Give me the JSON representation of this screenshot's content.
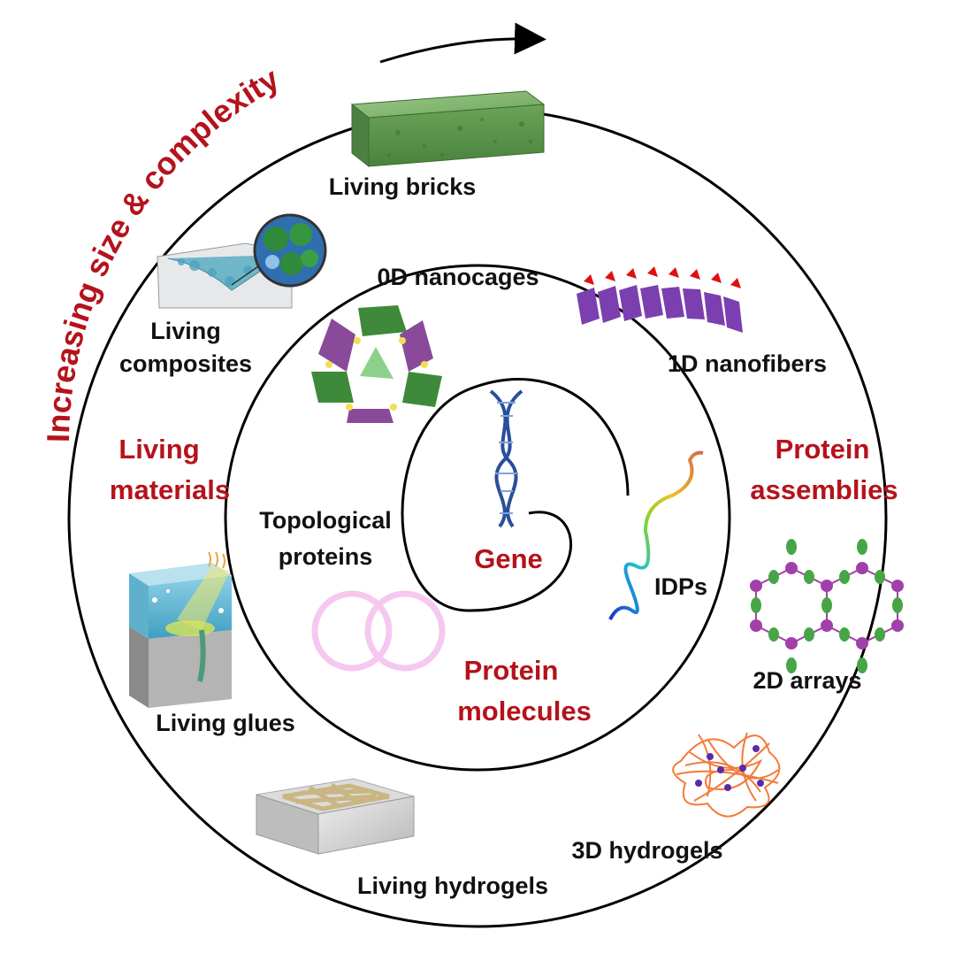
{
  "title_arc": "Increasing size & complexity",
  "center": {
    "label": "Gene"
  },
  "protein_molecules": {
    "category_line1": "Protein",
    "category_line2": "molecules",
    "topological_line1": "Topological",
    "topological_line2": "proteins",
    "idps": "IDPs"
  },
  "protein_assemblies": {
    "category_line1": "Protein",
    "category_line2": "assemblies",
    "nanocages": "0D nanocages",
    "nanofibers": "1D nanofibers",
    "arrays": "2D arrays",
    "hydrogels": "3D hydrogels"
  },
  "living_materials": {
    "category_line1": "Living",
    "category_line2": "materials",
    "bricks": "Living bricks",
    "composites_line1": "Living",
    "composites_line2": "composites",
    "glues": "Living glues",
    "hydrogels": "Living hydrogels"
  },
  "colors": {
    "category_red": "#b5121b",
    "ring_black": "#000000",
    "brick_green": "#5f9a4e",
    "nanocage_green": "#3e8a3a",
    "nanocage_purple": "#8a4a9a",
    "fiber_purple": "#7b3fb0",
    "fiber_red_tip": "#e01010",
    "hydrogel_orange": "#f47a3a",
    "array_green": "#46a646",
    "array_purple": "#a040a8",
    "ring_pink": "#f6c8ef"
  }
}
